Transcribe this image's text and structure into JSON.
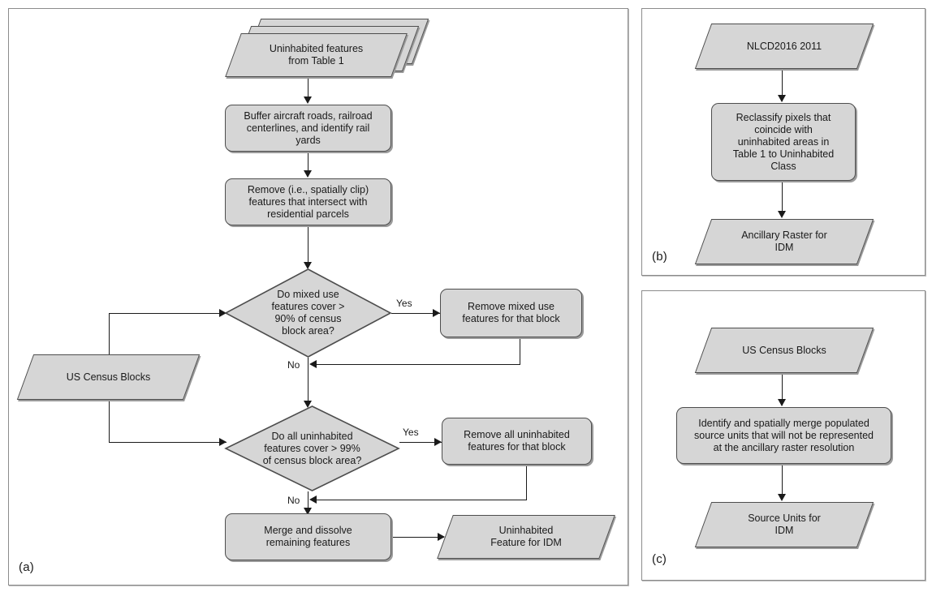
{
  "figure": {
    "panels": [
      {
        "id": "a",
        "label": "(a)"
      },
      {
        "id": "b",
        "label": "(b)"
      },
      {
        "id": "c",
        "label": "(c)"
      }
    ]
  },
  "colors": {
    "shape_fill": "#d6d6d6",
    "shape_stroke": "#4d4d4d",
    "connector": "#1a1a1a",
    "panel_border": "#8c8c8c",
    "background": "#ffffff"
  },
  "panel_a": {
    "label": "(a)",
    "nodes": {
      "uninhabited_features": "Uninhabited features\nfrom Table 1",
      "buffer_step": "Buffer aircraft roads, railroad\ncenterlines, and identify rail\nyards",
      "remove_clip_step": "Remove  (i.e., spatially clip)\nfeatures that intersect with\nresidential parcels",
      "decision_mixed_use": "Do mixed use\nfeatures cover >\n90% of census\nblock area?",
      "remove_mixed_use": "Remove  mixed use\nfeatures for that block",
      "us_census_blocks": "US Census Blocks",
      "decision_all_uninhabited": "Do all uninhabited\nfeatures cover  > 99%\nof census block area?",
      "remove_all_uninhabited": "Remove  all uninhabited\nfeatures for that block",
      "merge_dissolve": "Merge and dissolve\nremaining features",
      "uninhabited_feature_idm": "Uninhabited\nFeature for IDM"
    },
    "edge_labels": {
      "mixed_yes": "Yes",
      "mixed_no": "No",
      "uninhabited_yes": "Yes",
      "uninhabited_no": "No"
    }
  },
  "panel_b": {
    "label": "(b)",
    "nodes": {
      "nlcd_input": "NLCD2016  2011",
      "reclassify_step": "Reclassify pixels that\ncoincide with\nuninhabited  areas  in\nTable  1 to Uninhabited\nClass",
      "ancillary_raster": "Ancillary Raster for\nIDM"
    }
  },
  "panel_c": {
    "label": "(c)",
    "nodes": {
      "us_census_blocks": "US Census Blocks",
      "merge_source_units": "Identify and spatially merge populated\nsource units that will not be represented\nat the ancillary raster resolution",
      "source_units_idm": "Source Units for\nIDM"
    }
  }
}
